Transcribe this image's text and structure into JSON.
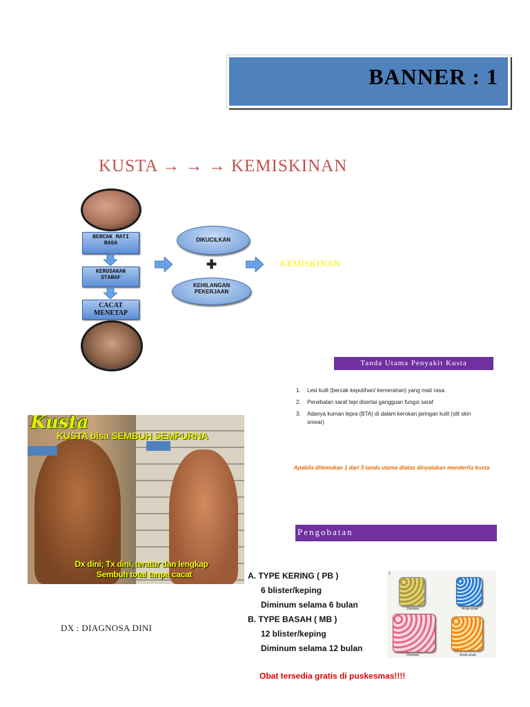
{
  "banner": {
    "title": "BANNER  :  1"
  },
  "headline": "KUSTA  → → → KEMISKINAN",
  "flow": {
    "box1": "BERCAK MATI\nRASA",
    "box2": "KERUSAKAN\nSTARAF",
    "box3": "CACAT\nMENETAP",
    "ellipse1": "DIKUCILKAN",
    "ellipse2": "KEHILANGAN\nPEKERJAAN",
    "plus": "✚",
    "result": "KEMISKINAN"
  },
  "signs": {
    "title": "Tanda Utama Penyakit Kusta",
    "items": [
      {
        "num": "1.",
        "text": "Lesi kulit (bercak keputihan/ kemerahan)  yang  mati rasa."
      },
      {
        "num": "2.",
        "text": "Penebalan saraf tepi disertai gangguan fungsi saraf"
      },
      {
        "num": "3.",
        "text": "Adanya kuman lepra (BTA) di dalam kerokan jaringan kulit (slit skin smear)"
      }
    ],
    "note": "Apabila ditemukan 1 dari 3 tanda utama diatas dinyatakan menderita kusta"
  },
  "photo": {
    "title": "Kusta",
    "subtitle": "KUSTA bisa SEMBUH SEMPURNA",
    "caption1": "Dx dini; Tx dini, teratur dan lengkap",
    "caption2": "Sembuh total tanpa cacat"
  },
  "dx": "DX : DIAGNOSA DINI",
  "treatment": {
    "title": "Pengobatan",
    "a_title": "A.   TYPE  KERING ( PB )",
    "a_line1": "6 blister/keping",
    "a_line2": "Diminum selama 6 bulan",
    "b_title": "B. TYPE BASAH ( MB )",
    "b_line1": "12 blister/keping",
    "b_line2": "Diminum selama 12 bulan"
  },
  "blister": {
    "number": "1",
    "label_a": "Dewasa",
    "label_b": "Anak-anak",
    "label_c": "Dewasa",
    "label_d": "Anak-anak"
  },
  "footer_note": "Obat tersedia gratis di puskesmas!!!!",
  "colors": {
    "banner": "#4f81bd",
    "headline": "#c0504d",
    "purple": "#7030a0",
    "note": "#e36c09",
    "free": "#e00000",
    "kemiskinan": "#ffeb00"
  }
}
